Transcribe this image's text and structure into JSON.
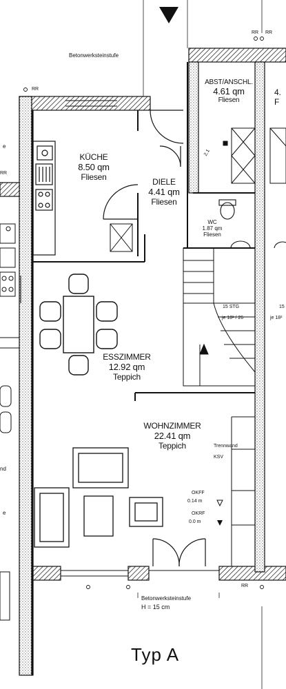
{
  "rooms": {
    "kueche": {
      "name": "KÜCHE",
      "area": "8.50 qm",
      "floor": "Fliesen"
    },
    "diele": {
      "name": "DIELE",
      "area": "4.41 qm",
      "floor": "Fliesen"
    },
    "abst": {
      "name": "ABST/ANSCHL.",
      "area": "4.61 qm",
      "floor": "Fliesen"
    },
    "abst_cut": {
      "area": "4.",
      "floor": "F"
    },
    "wc": {
      "name": "WC",
      "area": "1.87 qm",
      "floor": "Fliesen"
    },
    "esszimmer": {
      "name": "ESSZIMMER",
      "area": "12.92 qm",
      "floor": "Teppich"
    },
    "wohnzimmer": {
      "name": "WOHNZIMMER",
      "area": "22.41 qm",
      "floor": "Teppich"
    }
  },
  "annotations": {
    "top_step": "Betonwerksteinstufe",
    "bottom_step": "Betonwerksteinstufe",
    "step_height": "H = 15 cm",
    "rr_top": "RR",
    "rr_left": "RR",
    "rr_bottom": "RR",
    "rr_topright": "RR",
    "trennwand": "Trennwand",
    "ksv": "KSV",
    "okff_label": "OKFF",
    "okff_value": "0.14 m",
    "okrf_label": "OKRF",
    "okrf_value": "0.0 m",
    "stair_count": "15 STG",
    "stair_ratio": "je 18² / 26",
    "stair_count_cut": "15",
    "stair_ratio_cut": "je 18²",
    "left_frag_e1": "e",
    "left_frag_e2": "e",
    "left_frag_nd": "nd",
    "left_frag_rr": "RR",
    "marker_z": "2.1"
  },
  "title": "Typ A"
}
